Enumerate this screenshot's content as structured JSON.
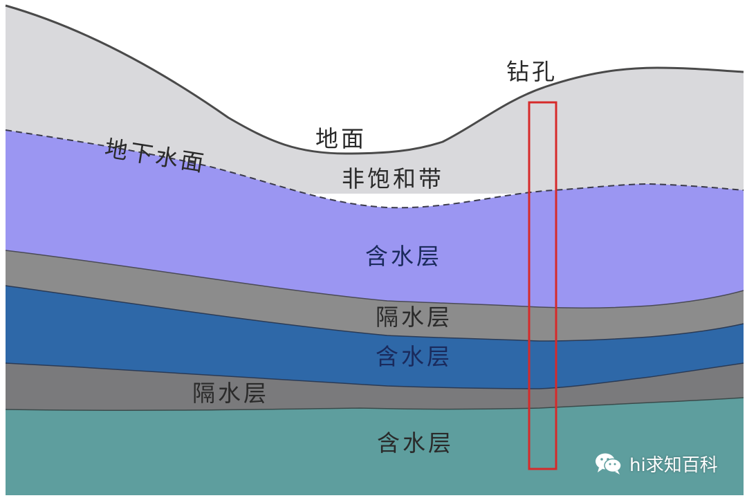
{
  "labels": {
    "ground_surface": "地面",
    "water_table": "地下水面",
    "unsaturated_zone": "非饱和带",
    "aquifer_1": "含水层",
    "aquitard_1": "隔水层",
    "aquifer_2": "含水层",
    "aquitard_2": "隔水层",
    "aquifer_3": "含水层",
    "borehole": "钻孔"
  },
  "watermark": {
    "text": "hi求知百科",
    "icon": "wechat-icon"
  },
  "colors": {
    "soil_unsaturated": "#d9d9dc",
    "aquifer_upper": "#9b96f2",
    "aquitard": "#8c8c8c",
    "aquifer_middle": "#2e68a8",
    "aquifer_lower": "#5e9e9e",
    "borehole_outline": "#d62a2a",
    "water_table_line": "#3a3a4a"
  }
}
